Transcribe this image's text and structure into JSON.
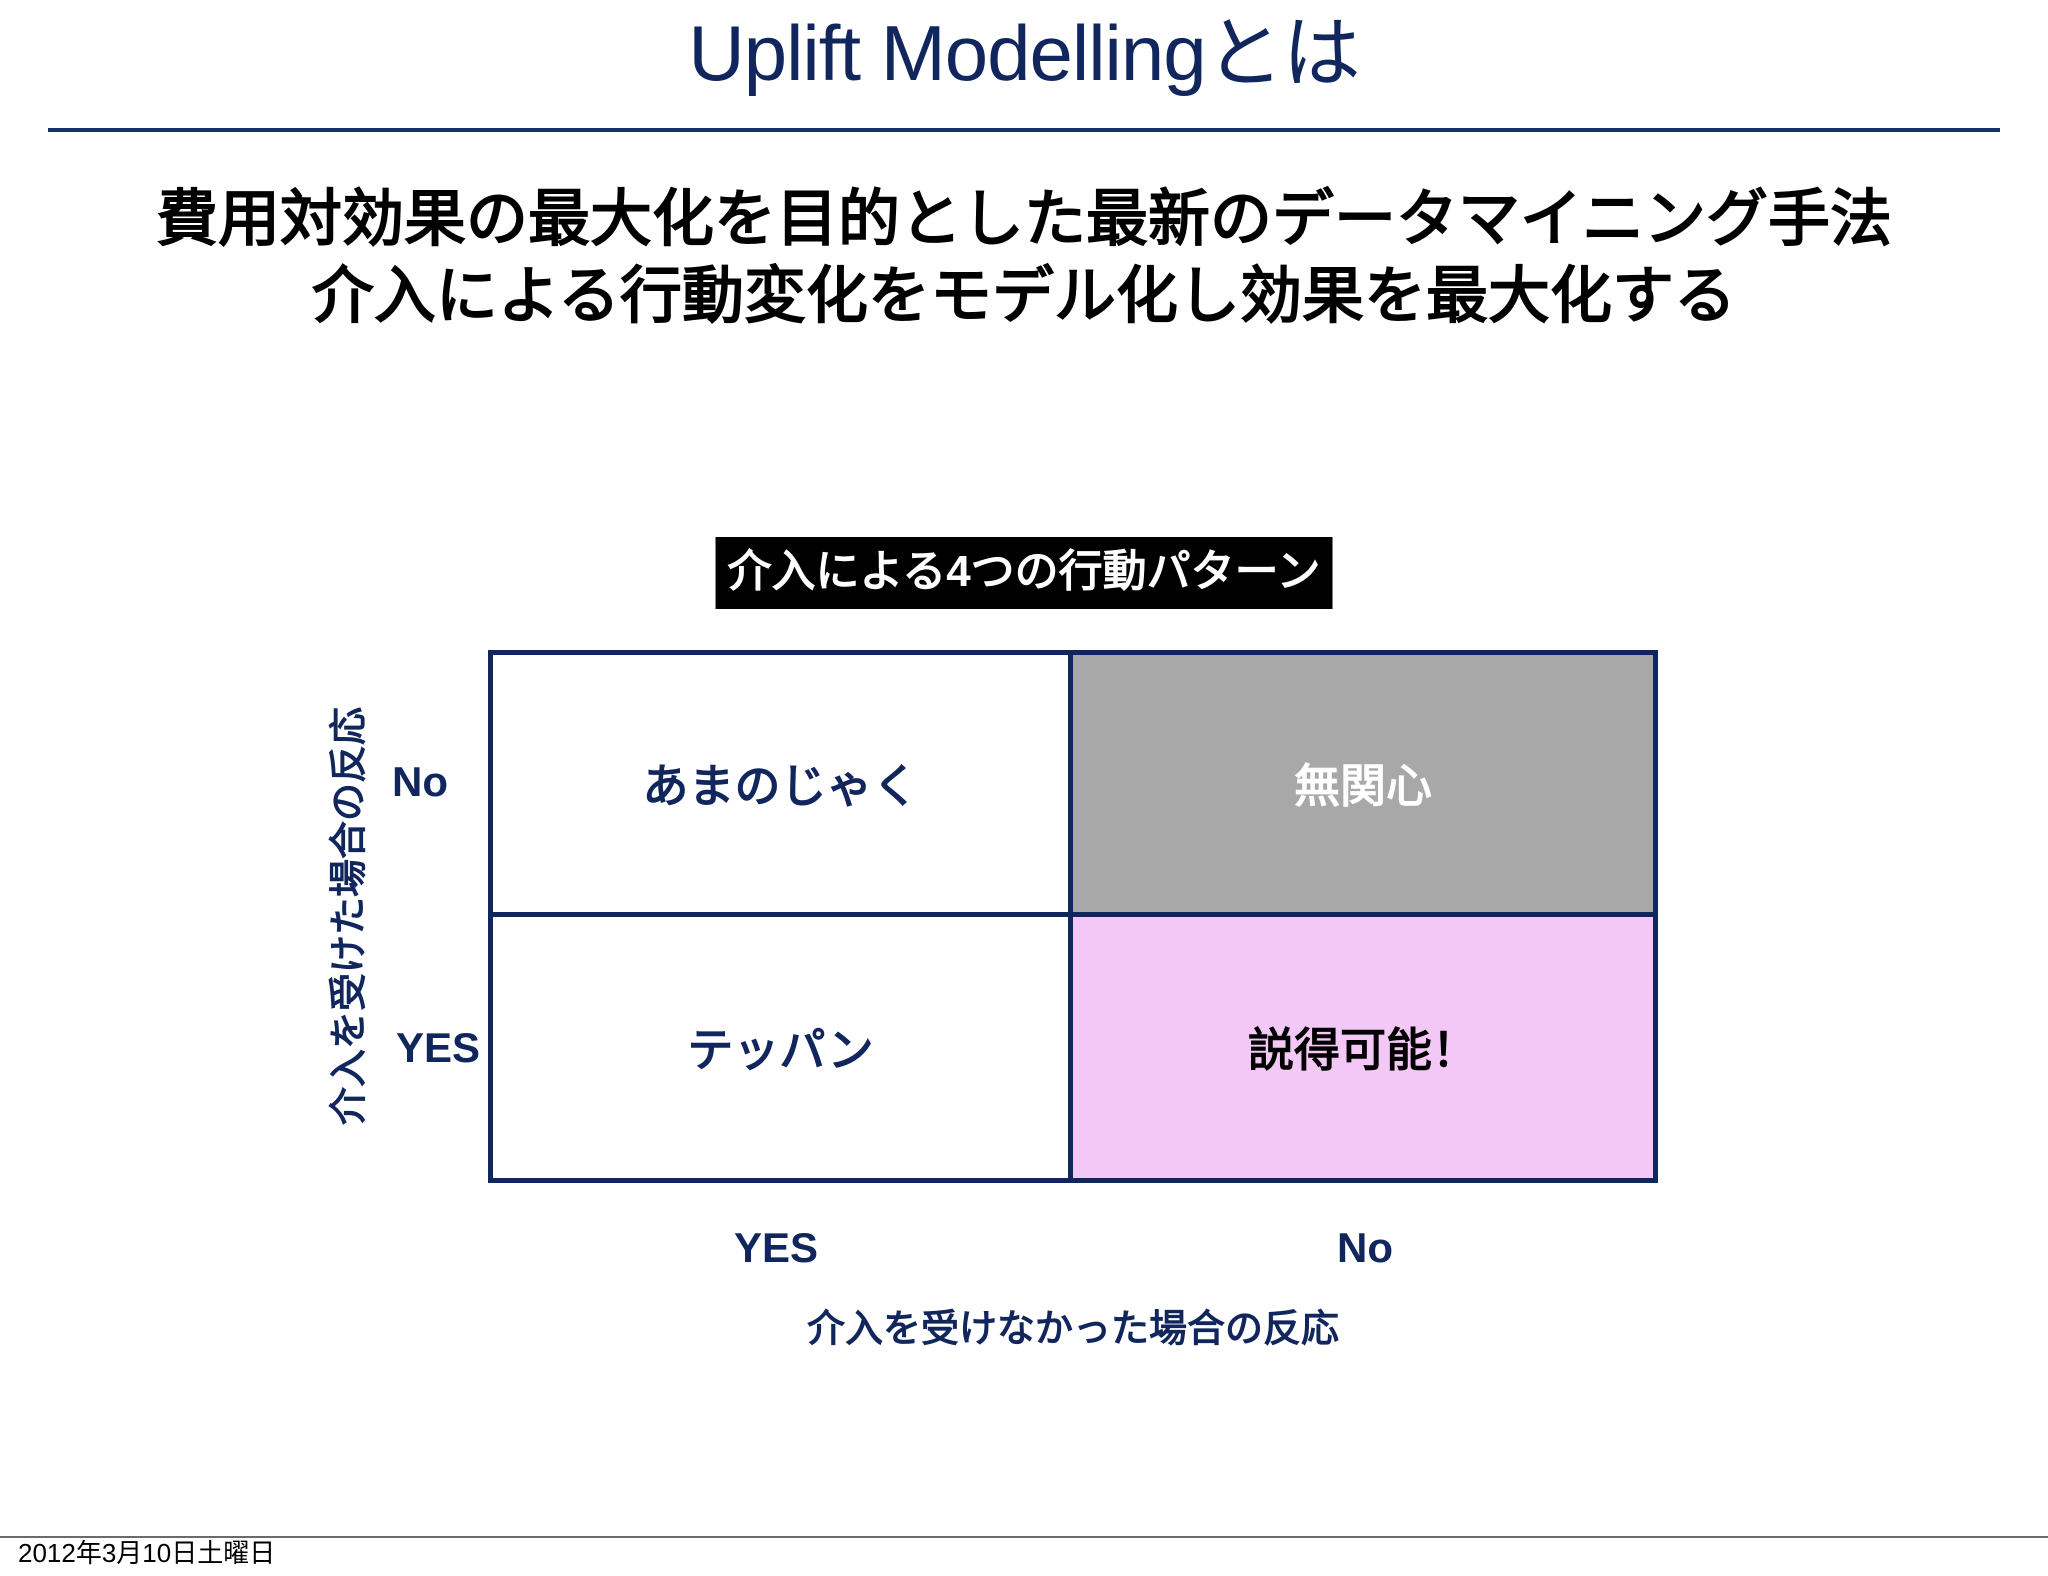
{
  "slide": {
    "title": "Uplift Modellingとは",
    "lead_lines": [
      "費用対効果の最大化を目的とした最新のデータマイニング手法",
      "介入による行動変化をモデル化し効果を最大化する"
    ]
  },
  "figure": {
    "caption": "介入による4つの行動パターン",
    "y_axis_title": "介入を受けた場合の反応",
    "x_axis_title": "介入を受けなかった場合の反応",
    "row_labels": [
      "No",
      "YES"
    ],
    "column_labels": [
      "YES",
      "No"
    ],
    "cells": [
      {
        "label": "あまのじゃく",
        "row": "No",
        "column": "YES",
        "bg": "#ffffff",
        "fg": "#10265c"
      },
      {
        "label": "無関心",
        "row": "No",
        "column": "No",
        "bg": "#a8a8a8",
        "fg": "#ffffff"
      },
      {
        "label": "テッパン",
        "row": "YES",
        "column": "YES",
        "bg": "#ffffff",
        "fg": "#10265c"
      },
      {
        "label": "説得可能！",
        "row": "YES",
        "column": "No",
        "bg": "#f4c8f6",
        "fg": "#000000"
      }
    ]
  },
  "footer": {
    "date": "2012年3月10日土曜日"
  },
  "colors": {
    "title_navy": "#10265c",
    "rule_navy": "#15306b",
    "grey_cell": "#a8a8a8",
    "pink_cell": "#f4c8f6",
    "caption_band": "#000000"
  }
}
